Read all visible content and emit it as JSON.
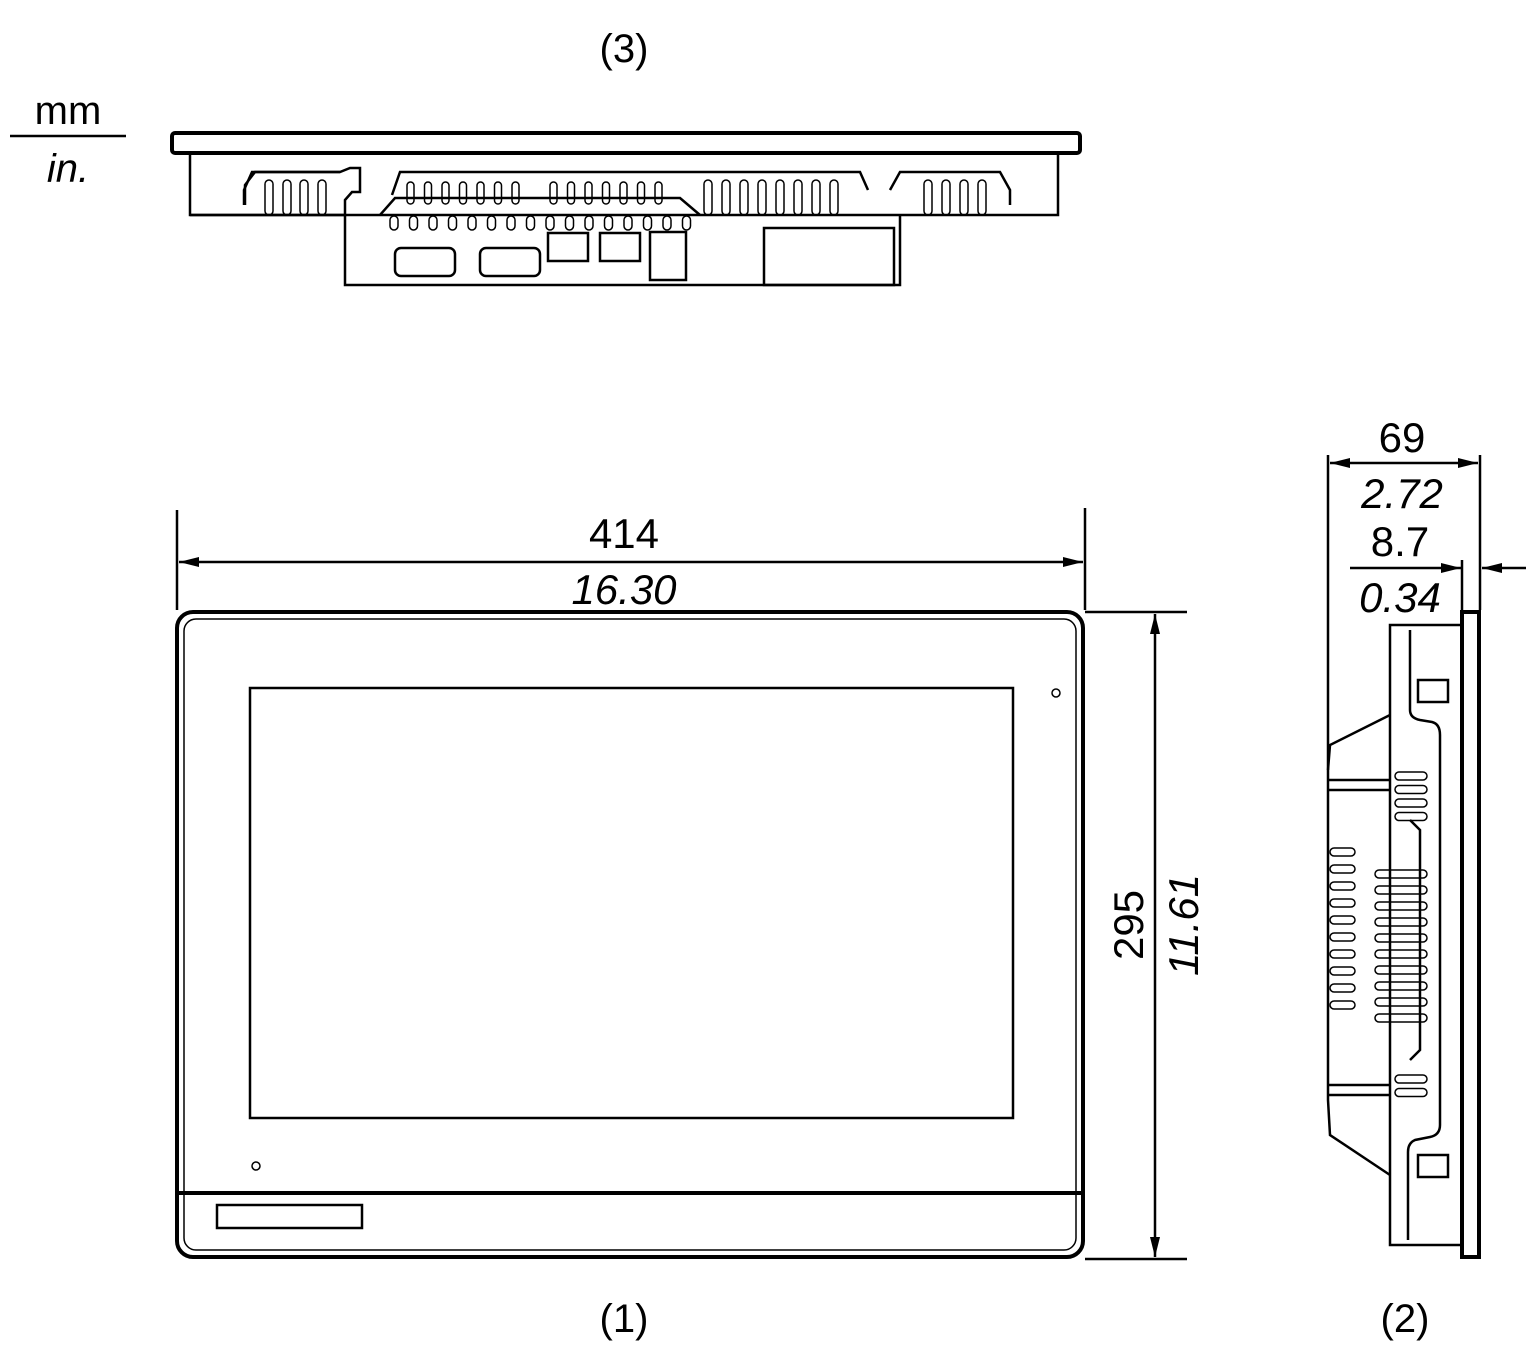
{
  "units": {
    "top": "mm",
    "bottom": "in."
  },
  "views": {
    "front": "(1)",
    "side": "(2)",
    "top": "(3)"
  },
  "dimensions": {
    "width": {
      "mm": "414",
      "in": "16.30"
    },
    "height": {
      "mm": "295",
      "in": "11.61"
    },
    "depth": {
      "mm": "69",
      "in": "2.72"
    },
    "bezel": {
      "mm": "8.7",
      "in": "0.34"
    }
  }
}
